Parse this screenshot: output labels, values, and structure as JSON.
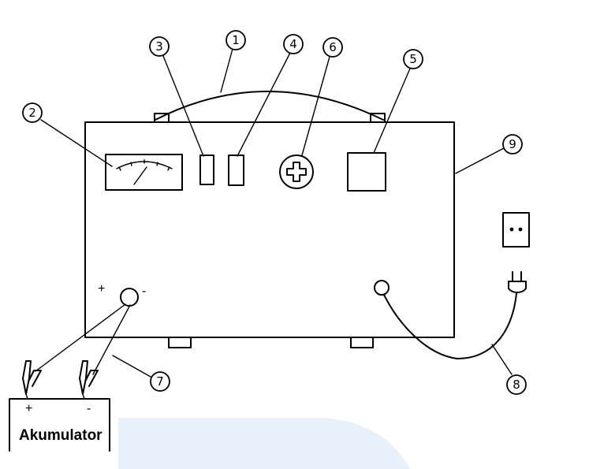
{
  "colors": {
    "line": "#000000",
    "background": "#ffffff",
    "watermark": "#e8f1fb"
  },
  "callouts": [
    {
      "id": "1",
      "label": "1"
    },
    {
      "id": "2",
      "label": "2"
    },
    {
      "id": "3",
      "label": "3"
    },
    {
      "id": "4",
      "label": "4"
    },
    {
      "id": "5",
      "label": "5"
    },
    {
      "id": "6",
      "label": "6"
    },
    {
      "id": "7",
      "label": "7"
    },
    {
      "id": "8",
      "label": "8"
    },
    {
      "id": "9",
      "label": "9"
    }
  ],
  "terminals": {
    "plus_sign": "+",
    "minus_sign": "-"
  },
  "battery": {
    "label": "Akumulator",
    "plus_sign": "+",
    "minus_sign": "-"
  }
}
